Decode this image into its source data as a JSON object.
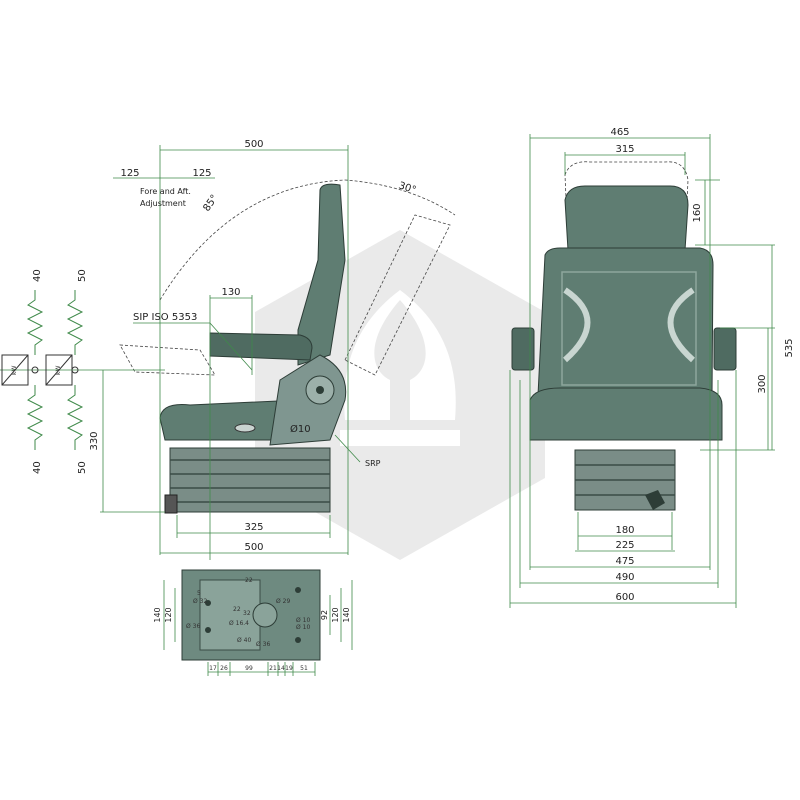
{
  "colors": {
    "dimension": "#3f8a4a",
    "upholstery": "#5f7d72",
    "watermark": "#d9d9d9"
  },
  "side_view": {
    "dims": {
      "top_width": "500",
      "fore_left": "125",
      "fore_right": "125",
      "armrest": "130",
      "base_inner": "325",
      "base_outer": "500",
      "height": "330"
    },
    "labels": {
      "fore_aft_line1": "Fore and Aft.",
      "fore_aft_line2": "Adjustment",
      "recline_angle": "85°",
      "back_angle": "30°",
      "sip": "SIP ISO 5353",
      "diameter": "Ø10",
      "srp": "SRP"
    }
  },
  "springs": {
    "left_top": "40",
    "left_bottom": "40",
    "right_top": "50",
    "right_bottom": "50",
    "box_left": "kW",
    "box_right": "kW"
  },
  "front_view": {
    "dims": {
      "overall_top": "465",
      "headrest": "315",
      "headrest_height": "160",
      "back_height": "535",
      "arm_height": "300",
      "b180": "180",
      "b225": "225",
      "b475": "475",
      "b490": "490",
      "b600": "600"
    }
  },
  "base_plate": {
    "dims": {
      "left_140": "140",
      "left_120": "120",
      "right_92": "92",
      "right_120": "120",
      "right_140": "140",
      "b17": "17",
      "b26": "26",
      "b99": "99",
      "b21": "21",
      "b14": "14",
      "b19": "19",
      "b51": "51"
    },
    "labels": {
      "h22a": "22",
      "h5": "5",
      "h32": "Ø 32",
      "h36": "Ø 36",
      "h22b": "22",
      "h32b": "32",
      "h29": "Ø 29",
      "h16": "Ø 16.4",
      "h10a": "Ø 10",
      "h10b": "Ø 10",
      "h40": "Ø 40",
      "h36b": "Ø 36"
    }
  }
}
